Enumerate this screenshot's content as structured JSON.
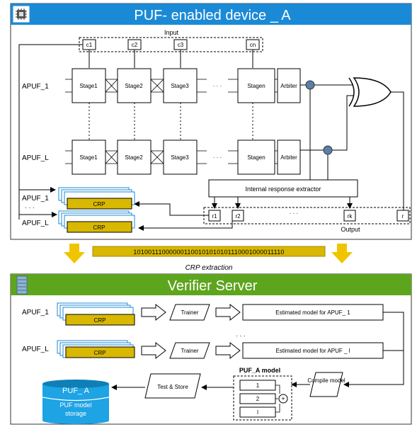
{
  "device": {
    "title": "PUF- enabled device _ A",
    "input_label": "Input",
    "output_label": "Output",
    "challenges": [
      "c1",
      "c2",
      "c3",
      "cn"
    ],
    "dots": "· · ·",
    "rows": [
      {
        "label": "APUF_1",
        "stages": [
          "Stage1",
          "Stage2",
          "Stage3",
          "Stagen"
        ],
        "arbiter": "Arbiter"
      },
      {
        "label": "APUF_L",
        "stages": [
          "Stage1",
          "Stage2",
          "Stage3",
          "Stagen"
        ],
        "arbiter": "Arbiter"
      }
    ],
    "extractor_label": "Internal response extractor",
    "responses": [
      "r1",
      "r2",
      "rk",
      "r"
    ],
    "crp_rows": [
      {
        "label": "APUF_1",
        "crp": "CRP"
      },
      {
        "label": "APUF_L",
        "crp": "CRP"
      }
    ],
    "crp_dots": "· · ·"
  },
  "transfer": {
    "bits": "101001110000001100101010101110001000011110",
    "caption": "CRP extraction"
  },
  "server": {
    "title": "Verifier Server",
    "rows": [
      {
        "label": "APUF_1",
        "crp": "CRP",
        "trainer": "Trainer",
        "model": "Estimated model for APUF_ 1"
      },
      {
        "label": "APUF_L",
        "crp": "CRP",
        "trainer": "Trainer",
        "model": "Estimated model for APUF _ l"
      }
    ],
    "dots": "· · ·",
    "compile": "Compile model",
    "puf_model_title": "PUF_A model",
    "model_slots": [
      "1",
      "2",
      "l"
    ],
    "plus": "+",
    "test_store": "Test & Store",
    "db_top": "PUF_ A",
    "db_bottom_line1": "PUF model",
    "db_bottom_line2": "storage"
  },
  "colors": {
    "blue_header": "#1b8ad6",
    "green_header": "#5ea51e",
    "crp_fill": "#d8b800",
    "db_fill": "#1ea3e4",
    "arrow_yellow": "#f1c400",
    "node_blue": "#5b7fa6"
  },
  "icons": [
    "chip-icon",
    "server-icon"
  ]
}
